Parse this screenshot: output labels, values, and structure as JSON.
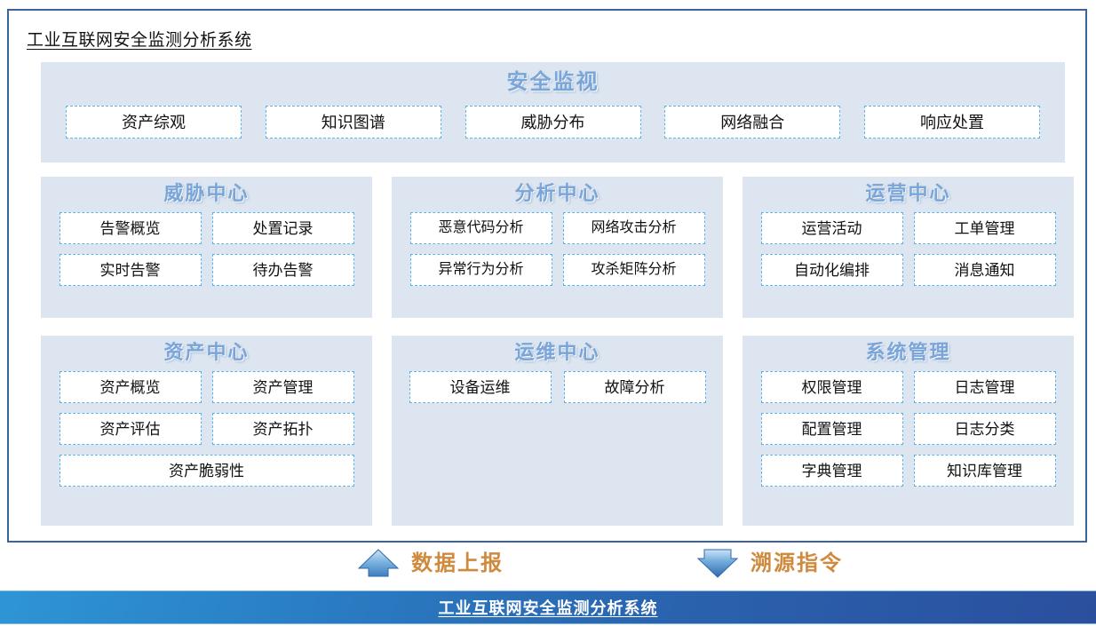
{
  "frame": {
    "title": "工业互联网安全监测分析系统"
  },
  "sections": {
    "monitor": {
      "title": "安全监视",
      "buttons": [
        "资产综观",
        "知识图谱",
        "威胁分布",
        "网络融合",
        "响应处置"
      ]
    },
    "threat": {
      "title": "威胁中心",
      "buttons": [
        "告警概览",
        "处置记录",
        "实时告警",
        "待办告警"
      ]
    },
    "analysis": {
      "title": "分析中心",
      "buttons": [
        "恶意代码分析",
        "网络攻击分析",
        "异常行为分析",
        "攻杀矩阵分析"
      ]
    },
    "operate": {
      "title": "运营中心",
      "buttons": [
        "运营活动",
        "工单管理",
        "自动化编排",
        "消息通知"
      ]
    },
    "asset": {
      "title": "资产中心",
      "buttons": [
        "资产概览",
        "资产管理",
        "资产评估",
        "资产拓扑",
        "资产脆弱性"
      ]
    },
    "maintain": {
      "title": "运维中心",
      "buttons": [
        "设备运维",
        "故障分析"
      ]
    },
    "system": {
      "title": "系统管理",
      "buttons": [
        "权限管理",
        "日志管理",
        "配置管理",
        "日志分类",
        "字典管理",
        "知识库管理"
      ]
    }
  },
  "arrows": {
    "upload": {
      "label": "数据上报",
      "icon": "arrow-up-icon"
    },
    "trace": {
      "label": "溯源指令",
      "icon": "arrow-down-icon"
    }
  },
  "bottom_bar": {
    "text": "工业互联网安全监测分析系统"
  },
  "colors": {
    "panel_bg": "#dce5f0",
    "panel_title": "#7aa5d8",
    "button_border": "#59b4e8",
    "frame_border": "#3b63a0",
    "arrow_label": "#d08a3e",
    "bar_gradient_start": "#2e95d4",
    "bar_gradient_end": "#2a4f9d"
  }
}
